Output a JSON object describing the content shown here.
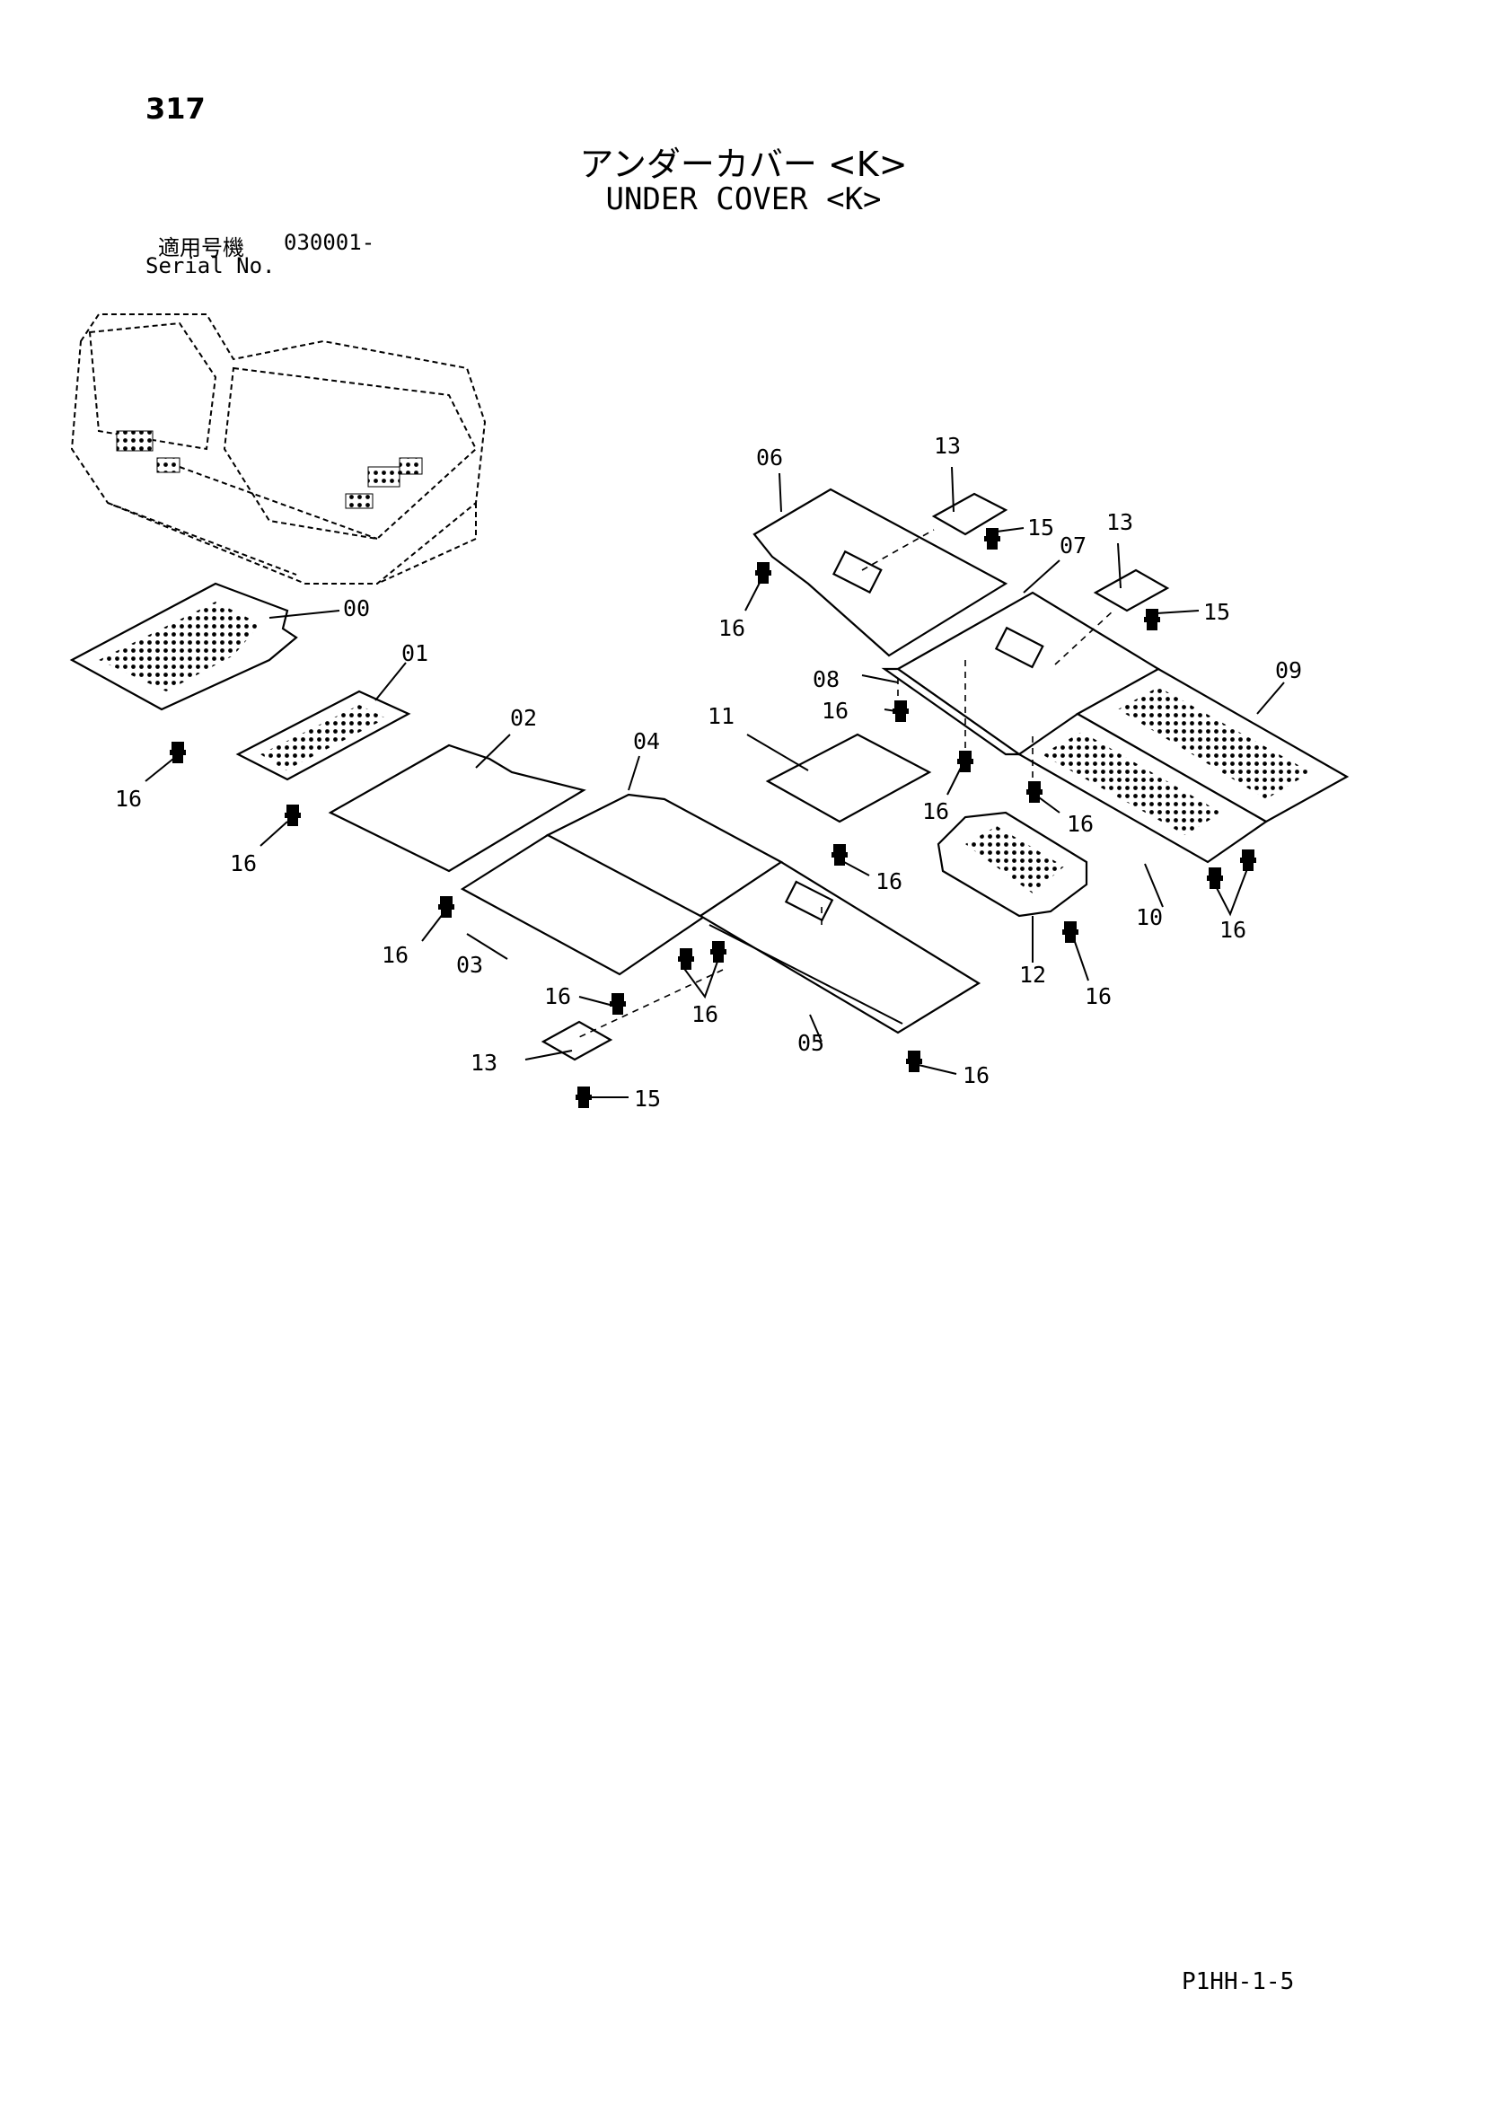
{
  "page_number": "317",
  "title_ja": "アンダーカバー <K>",
  "title_en": "UNDER COVER <K>",
  "serial": {
    "label_ja": "適用号機",
    "number": "030001-",
    "label_en": "Serial No."
  },
  "drawing_code": "P1HH-1-5",
  "callouts": {
    "c00": "00",
    "c01": "01",
    "c02": "02",
    "c03": "03",
    "c04": "04",
    "c05": "05",
    "c06": "06",
    "c07": "07",
    "c08": "08",
    "c09": "09",
    "c10": "10",
    "c11": "11",
    "c12": "12",
    "c13": "13",
    "c15": "15",
    "c16": "16"
  }
}
